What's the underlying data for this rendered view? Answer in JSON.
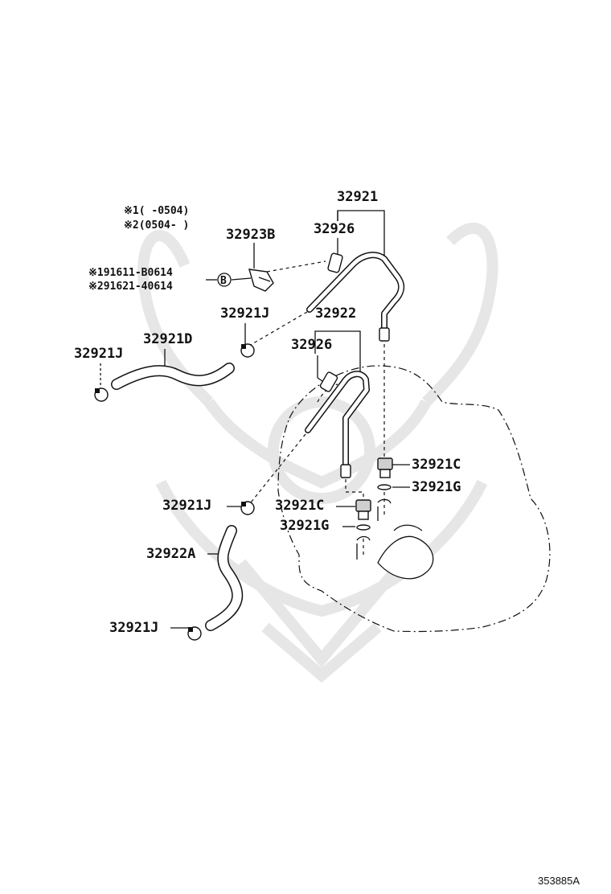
{
  "notes": {
    "note1": "※1(      -0504)",
    "note2": "※2(0504-      )",
    "bolt1": "※191611-B0614",
    "bolt2": "※291621-40614",
    "bolt_marker": "B"
  },
  "callouts": {
    "c32921": "32921",
    "c32926_top": "32926",
    "c32923B": "32923B",
    "c32921J_a": "32921J",
    "c32922": "32922",
    "c32921D": "32921D",
    "c32921J_b": "32921J",
    "c32926_mid": "32926",
    "c32921C_a": "32921C",
    "c32921G_a": "32921G",
    "c32921J_c": "32921J",
    "c32921C_b": "32921C",
    "c32921G_b": "32921G",
    "c32922A": "32922A",
    "c32921J_d": "32921J"
  },
  "figure_id": "353885A"
}
